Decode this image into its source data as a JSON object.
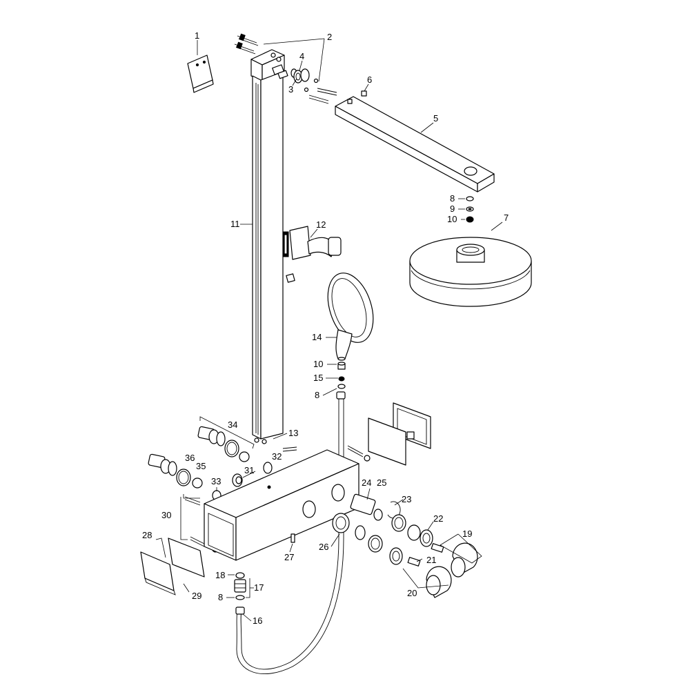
{
  "callouts": [
    {
      "id": "c1",
      "text": "1"
    },
    {
      "id": "c2",
      "text": "2"
    },
    {
      "id": "c3",
      "text": "3"
    },
    {
      "id": "c4",
      "text": "4"
    },
    {
      "id": "c5",
      "text": "5"
    },
    {
      "id": "c6",
      "text": "6"
    },
    {
      "id": "c7",
      "text": "7"
    },
    {
      "id": "c8a",
      "text": "8"
    },
    {
      "id": "c9",
      "text": "9"
    },
    {
      "id": "c10a",
      "text": "10"
    },
    {
      "id": "c11",
      "text": "11"
    },
    {
      "id": "c12",
      "text": "12"
    },
    {
      "id": "c13",
      "text": "13"
    },
    {
      "id": "c14",
      "text": "14"
    },
    {
      "id": "c10b",
      "text": "10"
    },
    {
      "id": "c15",
      "text": "15"
    },
    {
      "id": "c8b",
      "text": "8"
    },
    {
      "id": "c34",
      "text": "34"
    },
    {
      "id": "c32",
      "text": "32"
    },
    {
      "id": "c36",
      "text": "36"
    },
    {
      "id": "c35",
      "text": "35"
    },
    {
      "id": "c31",
      "text": "31"
    },
    {
      "id": "c33",
      "text": "33"
    },
    {
      "id": "c24",
      "text": "24"
    },
    {
      "id": "c25",
      "text": "25"
    },
    {
      "id": "c23",
      "text": "23"
    },
    {
      "id": "c30",
      "text": "30"
    },
    {
      "id": "c22",
      "text": "22"
    },
    {
      "id": "c19",
      "text": "19"
    },
    {
      "id": "c26",
      "text": "26"
    },
    {
      "id": "c28",
      "text": "28"
    },
    {
      "id": "c27",
      "text": "27"
    },
    {
      "id": "c21",
      "text": "21"
    },
    {
      "id": "c18",
      "text": "18"
    },
    {
      "id": "c17",
      "text": "17"
    },
    {
      "id": "c29",
      "text": "29"
    },
    {
      "id": "c20",
      "text": "20"
    },
    {
      "id": "c8c",
      "text": "8"
    },
    {
      "id": "c16",
      "text": "16"
    }
  ]
}
